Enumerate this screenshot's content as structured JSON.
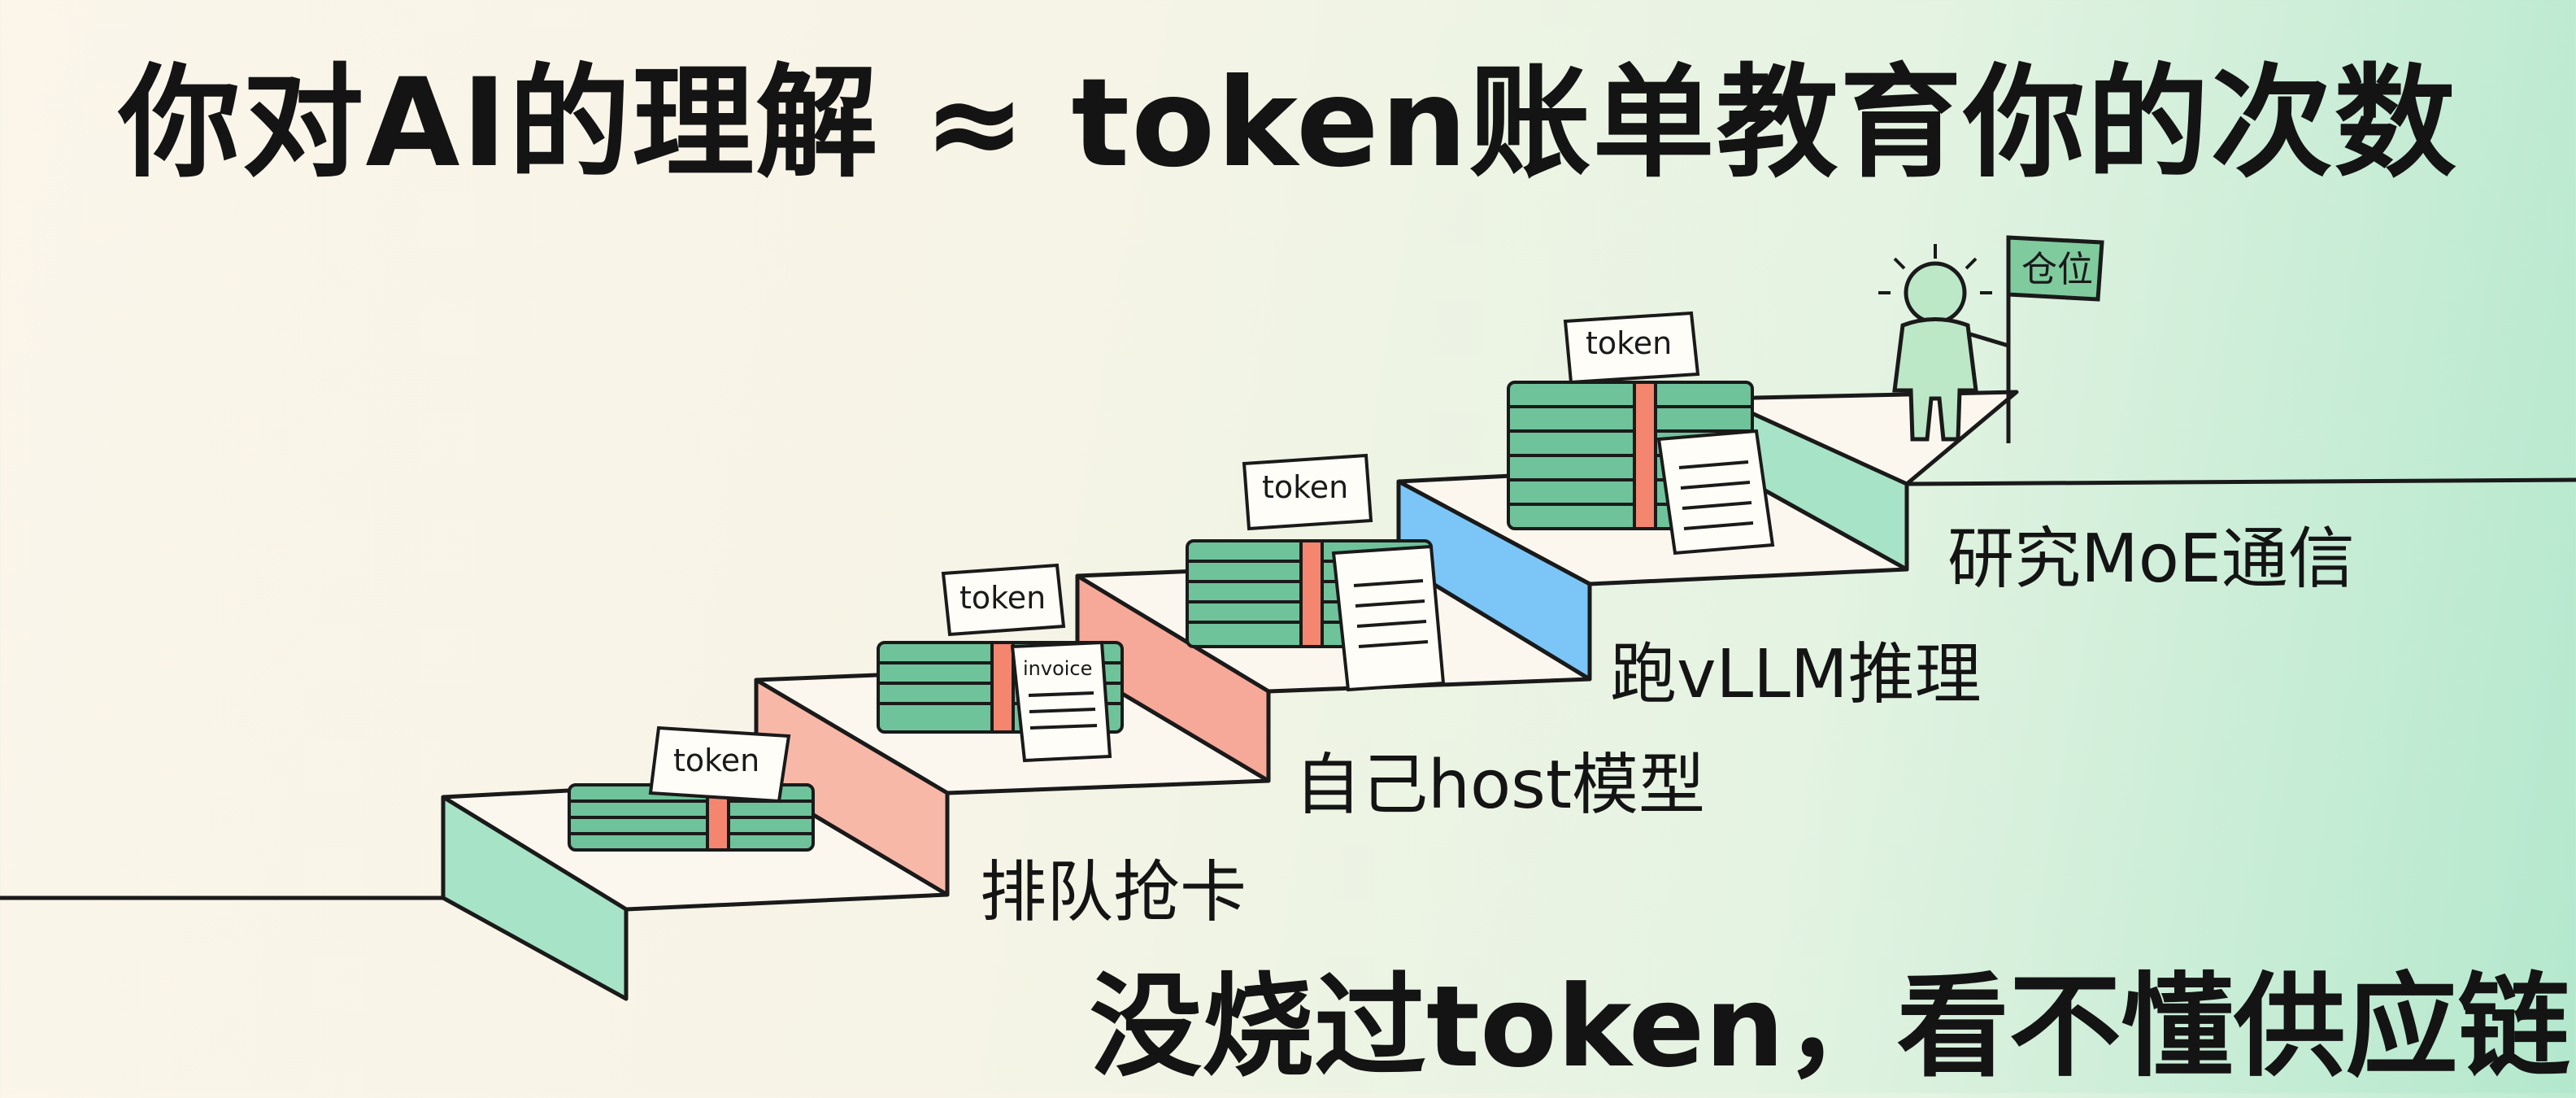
{
  "title": "你对AI的理解 ≈ token账单教育你的次数",
  "subtitle": "没烧过token，看不懂供应链",
  "steps": [
    {
      "label": "排队抢卡",
      "face_color": "#a7e3c6"
    },
    {
      "label": "自己host模型",
      "face_color": "#f8b8a8"
    },
    {
      "label": "跑vLLM推理",
      "face_color": "#f6a899"
    },
    {
      "label": "研究MoE通信",
      "face_color": "#7cc6f7"
    }
  ],
  "token_tag": "token",
  "invoice_tag": "invoice",
  "flag_text": "仓位",
  "icons": [
    "money-stack-icon",
    "token-receipt-icon",
    "invoice-icon",
    "person-icon",
    "flag-icon",
    "sun-rays-icon"
  ]
}
